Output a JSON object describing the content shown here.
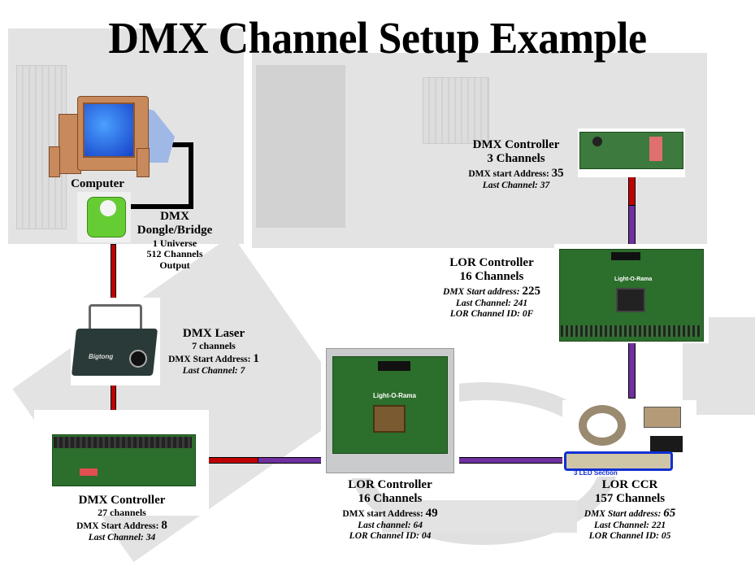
{
  "title": "DMX Channel Setup Example",
  "colors": {
    "dmx_wire": "#c00000",
    "lor_wire": "#7030a0",
    "usb_wire": "#000000",
    "led_section_badge": "#1030d0"
  },
  "devices": {
    "computer": {
      "name": "Computer"
    },
    "dongle": {
      "name_line1": "DMX",
      "name_line2": "Dongle/Bridge",
      "line1": "1 Universe",
      "line2": "512 Channels",
      "line3": "Output"
    },
    "laser": {
      "name": "DMX Laser",
      "channels": "7 channels",
      "start_label": "DMX Start Address:",
      "start_value": "1",
      "last_label": "Last Channel:",
      "last_value": "7",
      "brand": "Bigtong"
    },
    "dmx_controller_27": {
      "name": "DMX Controller",
      "channels": "27 channels",
      "start_label": "DMX Start Address:",
      "start_value": "8",
      "last_label": "Last Channel:",
      "last_value": "34"
    },
    "lor_controller_04": {
      "name": "LOR Controller",
      "channels": "16 Channels",
      "start_label": "DMX start Address:",
      "start_value": "49",
      "last_label": "Last channel:",
      "last_value": "64",
      "id_label": "LOR Channel ID:",
      "id_value": "04",
      "brand": "Light-O-Rama"
    },
    "lor_ccr": {
      "name": "LOR CCR",
      "channels": "157 Channels",
      "start_label": "DMX Start address:",
      "start_value": "65",
      "last_label": "Last Channel:",
      "last_value": "221",
      "id_label": "LOR Channel ID:",
      "id_value": "05",
      "badge": "3 LED Section"
    },
    "lor_controller_0f": {
      "name": "LOR Controller",
      "channels": "16 Channels",
      "start_label": "DMX Start address:",
      "start_value": "225",
      "last_label": "Last Channel:",
      "last_value": "241",
      "id_label": "LOR Channel ID:",
      "id_value": "0F",
      "brand": "Light-O-Rama"
    },
    "dmx_controller_3": {
      "name": "DMX Controller",
      "channels": "3 Channels",
      "start_label": "DMX start Address:",
      "start_value": "35",
      "last_label": "Last Channel:",
      "last_value": "37"
    }
  }
}
